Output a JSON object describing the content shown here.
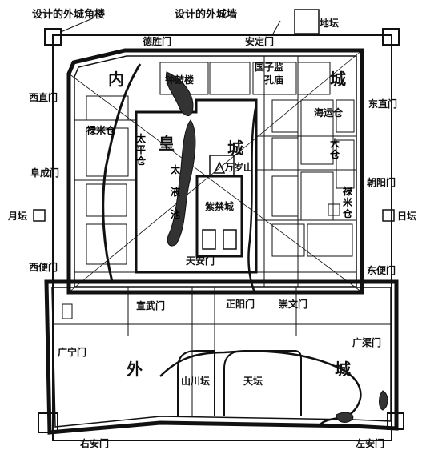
{
  "legend": {
    "corner_tower": "设计的外城角楼",
    "outer_wall": "设计的外城墙",
    "altar_earth": "地坛"
  },
  "gates": {
    "deshengmen": "德胜门",
    "andingmen": "安定门",
    "xizhimen": "西直门",
    "dongzhimen": "东直门",
    "fuchengmen": "阜成门",
    "chaoyangmen": "朝阳门",
    "xibianmen": "西便门",
    "dongbianmen": "东便门",
    "tiananmen": "天安门",
    "xuanwumen": "宣武门",
    "zhengyangmen": "正阳门",
    "chongwenmen": "崇文门",
    "guangningmen": "广宁门",
    "guangqumen": "广渠门",
    "youanmen": "右安门",
    "zuoanmen": "左安门"
  },
  "altars": {
    "moon": "月坛",
    "sun": "日坛",
    "heaven": "天坛",
    "mountains_rivers": "山川坛"
  },
  "places": {
    "bell_drum": "钟鼓楼",
    "guozijian": "国子监",
    "confucius": "孔庙",
    "hai_yun_cang": "海运仓",
    "lu_mi_cang_w": "禄米仓",
    "taiping_cang": "太平仓",
    "da_cang": "大仓",
    "lu_mi_cang_e": "禄米仓",
    "wansui_shan": "万岁山",
    "forbidden_city": "紫禁城",
    "taiye_chi": "太液池"
  },
  "big_chars": {
    "nei": "内",
    "cheng1": "城",
    "huang": "皇",
    "cheng2": "城",
    "wai": "外",
    "cheng3": "城"
  }
}
